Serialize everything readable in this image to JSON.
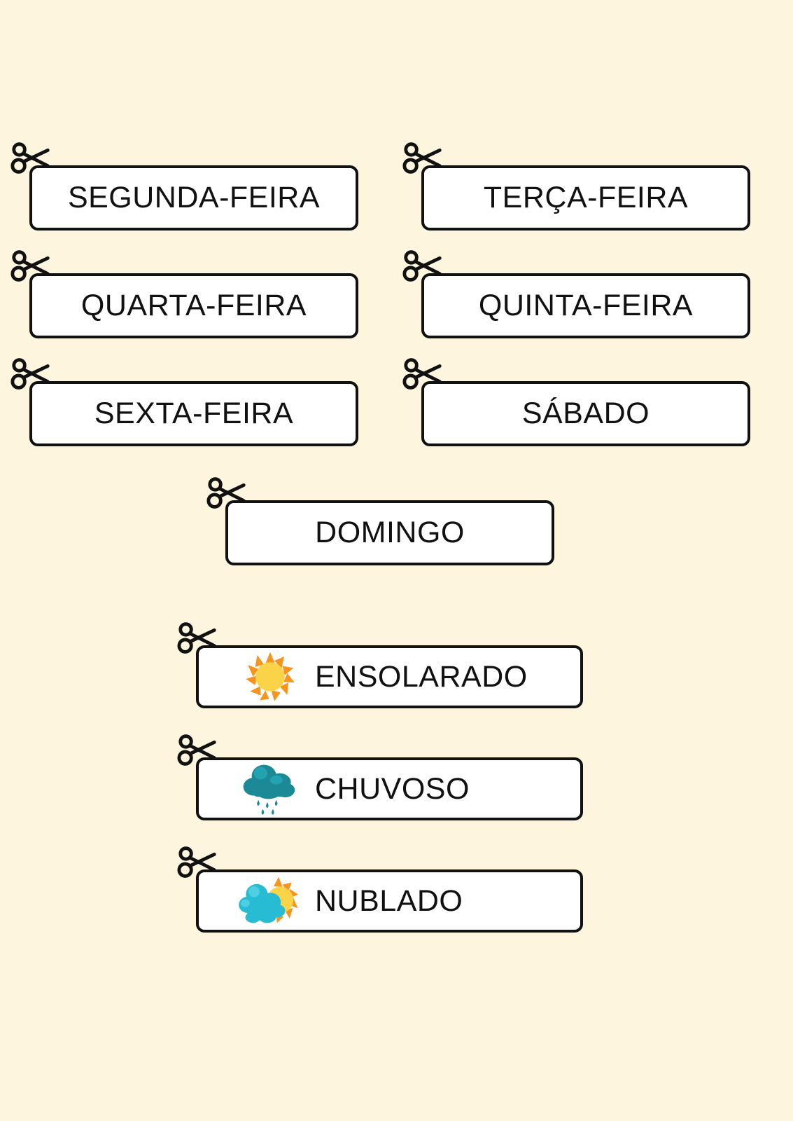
{
  "page": {
    "title": "Dias da semana e tempo - cartoes para recortar",
    "background_color": "#FDF5DE",
    "card_background_color": "#FFFFFF",
    "card_border_color": "#111111",
    "text_color": "#111111"
  },
  "icons": {
    "scissors": "scissors-icon",
    "sun": "sun-icon",
    "rain_cloud": "rain-cloud-icon",
    "sun_behind_cloud": "sun-behind-cloud-icon"
  },
  "colors": {
    "sun_rays": "#F7941E",
    "sun_disc": "#FBD349",
    "rain_cloud": "#1C8A96",
    "rain_cloud_light": "#23A3AF",
    "raindrop": "#1C8A96",
    "cloud_cyan": "#27BCD4",
    "cloud_cyan_light": "#4FD0E2",
    "cloudy_sun_disc": "#FBD349",
    "cloudy_sun_rays": "#F7941E"
  },
  "days": {
    "section_name": "days-of-the-week-cards",
    "cards": [
      {
        "id": "segunda-feira",
        "label": "SEGUNDA-FEIRA",
        "column": "left",
        "row": 1
      },
      {
        "id": "terca-feira",
        "label": "TERÇA-FEIRA",
        "column": "right",
        "row": 1
      },
      {
        "id": "quarta-feira",
        "label": "QUARTA-FEIRA",
        "column": "left",
        "row": 2
      },
      {
        "id": "quinta-feira",
        "label": "QUINTA-FEIRA",
        "column": "right",
        "row": 2
      },
      {
        "id": "sexta-feira",
        "label": "SEXTA-FEIRA",
        "column": "left",
        "row": 3
      },
      {
        "id": "sabado",
        "label": "SÁBADO",
        "column": "right",
        "row": 3
      },
      {
        "id": "domingo",
        "label": "DOMINGO",
        "column": "center",
        "row": 4
      }
    ]
  },
  "weather": {
    "section_name": "weather-cards",
    "cards": [
      {
        "id": "ensolarado",
        "label": "ENSOLARADO",
        "icon": "sun-icon"
      },
      {
        "id": "chuvoso",
        "label": "CHUVOSO",
        "icon": "rain-cloud-icon"
      },
      {
        "id": "nublado",
        "label": "NUBLADO",
        "icon": "sun-behind-cloud-icon"
      }
    ]
  }
}
